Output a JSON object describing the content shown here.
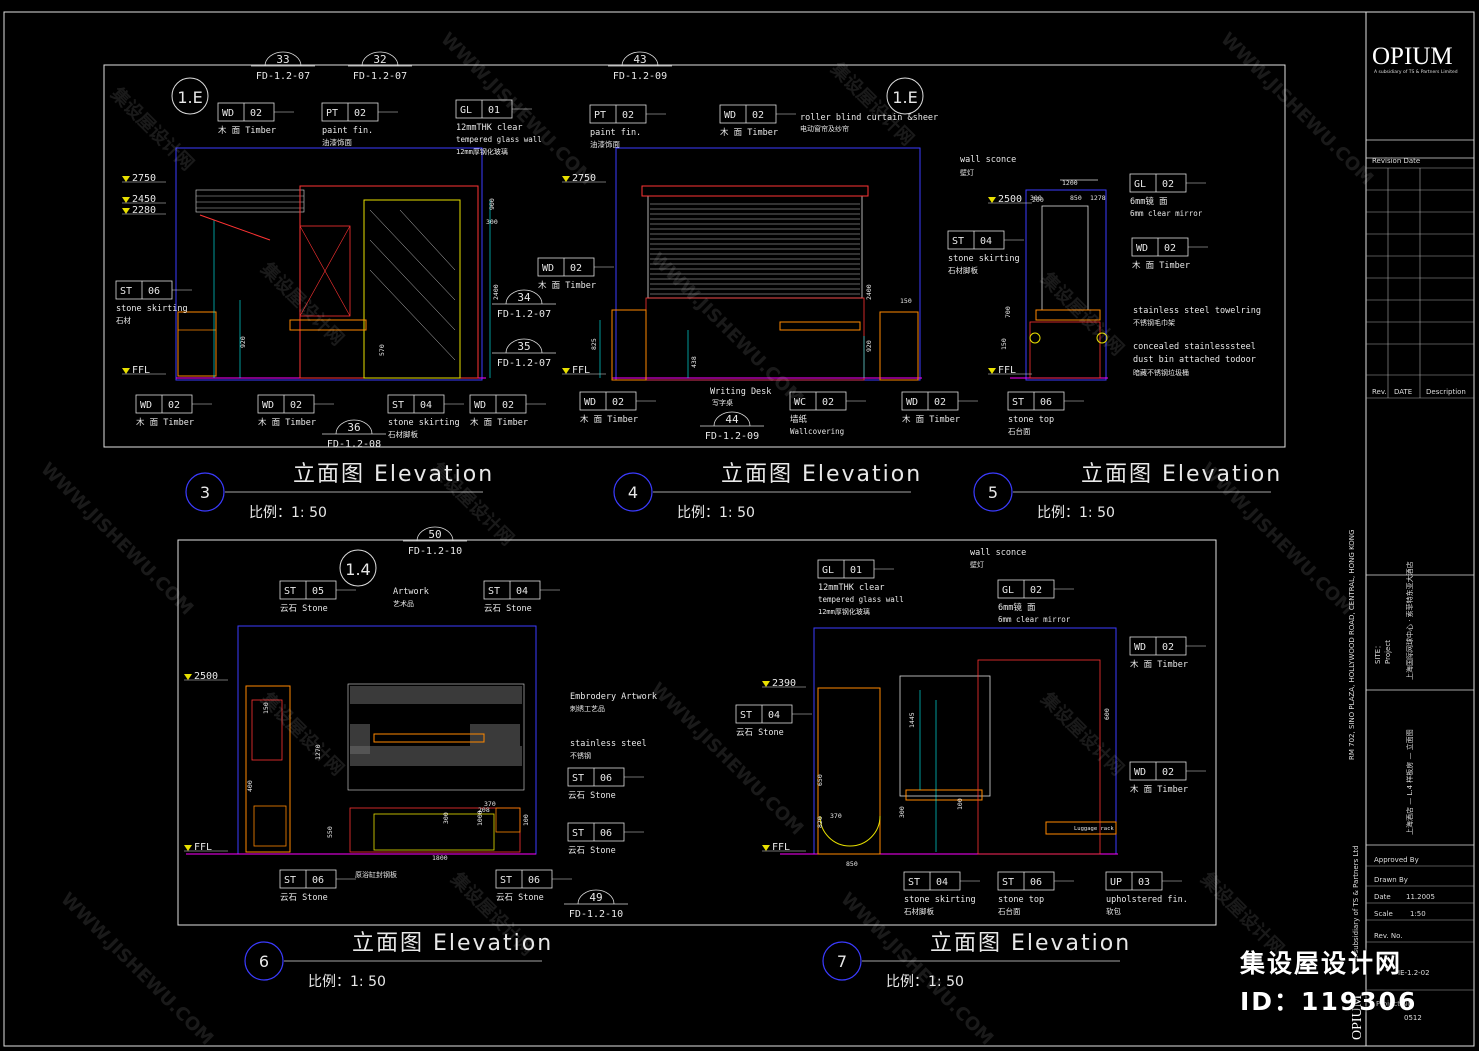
{
  "brand": {
    "logo": "OPIUM",
    "logo_sub": "A subsidiary of TS & Partners Limited"
  },
  "watermark": {
    "text": "集设屋设计网",
    "site": "WWW.JISHEWU.COM",
    "banner": "集设屋设计网",
    "id_line": "ID：119306"
  },
  "title_block": {
    "revision_date": "Revision Date",
    "rev": "Rev.",
    "date": "DATE",
    "description": "Description",
    "address": "RM 702, SINO PLAZA, HOLLYWOOD ROAD, CENTRAL, HONG KONG",
    "site": "SITE：",
    "project": "Project",
    "project_cn": "上海国际网球中心 · 索菲特东亚大酒店",
    "drawing_cn": "上海酒店 — L.4 样板房 — 立面图",
    "approved_by": "Approved By",
    "drawn_by": "Drawn By",
    "date_label": "Date",
    "date_value": "11.2005",
    "scale_label": "Scale",
    "scale_value": "1:50",
    "rev_no": "Rev. No.",
    "drawing_no": "IE-1.2-02",
    "project_no_label": "Project No.",
    "project_no": "0512",
    "subsidiary": "a subsidiary of TS & Partners Ltd"
  },
  "views": [
    {
      "num": "3",
      "title": "立面图 Elevation",
      "scale": "比例：1: 50"
    },
    {
      "num": "4",
      "title": "立面图 Elevation",
      "scale": "比例：1: 50"
    },
    {
      "num": "5",
      "title": "立面图 Elevation",
      "scale": "比例：1: 50"
    },
    {
      "num": "6",
      "title": "立面图 Elevation",
      "scale": "比例：1: 50"
    },
    {
      "num": "7",
      "title": "立面图 Elevation",
      "scale": "比例：1: 50"
    }
  ],
  "callouts": [
    {
      "num": "33",
      "ref": "FD-1.2-07"
    },
    {
      "num": "32",
      "ref": "FD-1.2-07"
    },
    {
      "num": "43",
      "ref": "FD-1.2-09"
    },
    {
      "num": "34",
      "ref": "FD-1.2-07"
    },
    {
      "num": "35",
      "ref": "FD-1.2-07"
    },
    {
      "num": "36",
      "ref": "FD-1.2-08"
    },
    {
      "num": "44",
      "ref": "FD-1.2-09"
    },
    {
      "num": "50",
      "ref": "FD-1.2-10"
    },
    {
      "num": "49",
      "ref": "FD-1.2-10"
    }
  ],
  "section_marks": [
    "1.E",
    "1.E",
    "1.4"
  ],
  "levels": [
    "2750",
    "2450",
    "2280",
    "FFL",
    "2750",
    "FFL",
    "2500",
    "FFL",
    "2500",
    "FFL",
    "2390",
    "FFL"
  ],
  "tags": [
    {
      "code": "WD",
      "no": "02",
      "label": "木 面 Timber"
    },
    {
      "code": "PT",
      "no": "02",
      "label": "paint fin.",
      "label2": "油漆饰面"
    },
    {
      "code": "GL",
      "no": "01",
      "label": "12mmTHK clear",
      "label2": "tempered glass wall",
      "label3": "12mm厚钢化玻璃"
    },
    {
      "code": "ST",
      "no": "06",
      "label": "stone skirting",
      "label2": "石材"
    },
    {
      "code": "WD",
      "no": "02",
      "label": "木 面 Timber"
    },
    {
      "code": "WD",
      "no": "02",
      "label": "木 面 Timber"
    },
    {
      "code": "ST",
      "no": "04",
      "label": "stone skirting",
      "label2": "石材脚板"
    },
    {
      "code": "WD",
      "no": "02",
      "label": "木 面 Timber"
    },
    {
      "code": "PT",
      "no": "02",
      "label": "paint fin.",
      "label2": "油漆饰面"
    },
    {
      "code": "WD",
      "no": "02",
      "label": "木 面 Timber"
    },
    {
      "code": "WD",
      "no": "02",
      "label": "木 面 Timber"
    },
    {
      "code": "WD",
      "no": "02",
      "label": "木 面 Timber"
    },
    {
      "code": "WC",
      "no": "02",
      "label": "墙纸",
      "label2": "Wallcovering"
    },
    {
      "code": "WD",
      "no": "02",
      "label": "木 面 Timber"
    },
    {
      "code": "GL",
      "no": "02",
      "label": "6mm镜  面",
      "label2": "6mm clear mirror"
    },
    {
      "code": "ST",
      "no": "04",
      "label": "stone skirting",
      "label2": "石材脚板"
    },
    {
      "code": "WD",
      "no": "02",
      "label": "木 面 Timber"
    },
    {
      "code": "ST",
      "no": "06",
      "label": "stone top",
      "label2": "石台面"
    },
    {
      "code": "ST",
      "no": "05",
      "label": "云石 Stone"
    },
    {
      "code": "ST",
      "no": "04",
      "label": "云石 Stone"
    },
    {
      "code": "ST",
      "no": "06",
      "label": "云石 Stone"
    },
    {
      "code": "ST",
      "no": "06",
      "label": "云石 Stone"
    },
    {
      "code": "ST",
      "no": "06",
      "label": "云石 Stone"
    },
    {
      "code": "ST",
      "no": "06",
      "label": "云石 Stone"
    },
    {
      "code": "GL",
      "no": "01",
      "label": "12mmTHK clear",
      "label2": "tempered glass wall",
      "label3": "12mm厚钢化玻璃"
    },
    {
      "code": "GL",
      "no": "02",
      "label": "6mm镜  面",
      "label2": "6mm clear mirror"
    },
    {
      "code": "WD",
      "no": "02",
      "label": "木 面 Timber"
    },
    {
      "code": "ST",
      "no": "04",
      "label": "云石 Stone"
    },
    {
      "code": "WD",
      "no": "02",
      "label": "木 面 Timber"
    },
    {
      "code": "ST",
      "no": "04",
      "label": "stone skirting",
      "label2": "石材脚板"
    },
    {
      "code": "ST",
      "no": "06",
      "label": "stone top",
      "label2": "石台面"
    },
    {
      "code": "UP",
      "no": "03",
      "label": "upholstered fin.",
      "label2": "软包"
    }
  ],
  "notes": {
    "roller_blind": "roller blind curtain &sheer",
    "roller_blind_cn": "电动窗帘及纱帘",
    "writing_desk": "Writing Desk",
    "writing_desk_cn": "写字桌",
    "wall_sconce": "wall sconce",
    "wall_sconce_cn": "壁灯",
    "towel_ring": "stainless steel towelring",
    "towel_ring_cn": "不锈钢毛巾架",
    "dust_bin": "concealed stainlesssteel",
    "dust_bin2": "dust bin attached todoor",
    "dust_bin_cn": "暗藏不锈钢垃圾桶",
    "artwork": "Artwork",
    "artwork_cn": "艺术品",
    "embroidery": "Embrodery Artwork",
    "embroidery_cn": "刺绣工艺品",
    "stainless": "stainless steel",
    "stainless_cn": "不锈钢",
    "bath": "原浴缸封钢板",
    "wall_sconce2": "wall sconce",
    "wall_sconce2_cn": "壁灯",
    "luggage": "Luggage rack"
  },
  "dims": [
    "1200",
    "900",
    "920",
    "570",
    "2400",
    "825",
    "2400",
    "920",
    "438",
    "700",
    "150",
    "850",
    "1278",
    "1445",
    "650",
    "550",
    "370",
    "1800",
    "300",
    "1000",
    "100",
    "400",
    "150",
    "1270",
    "850",
    "370",
    "820",
    "300",
    "100",
    "300",
    "300",
    "150",
    "200",
    "208",
    "600"
  ]
}
